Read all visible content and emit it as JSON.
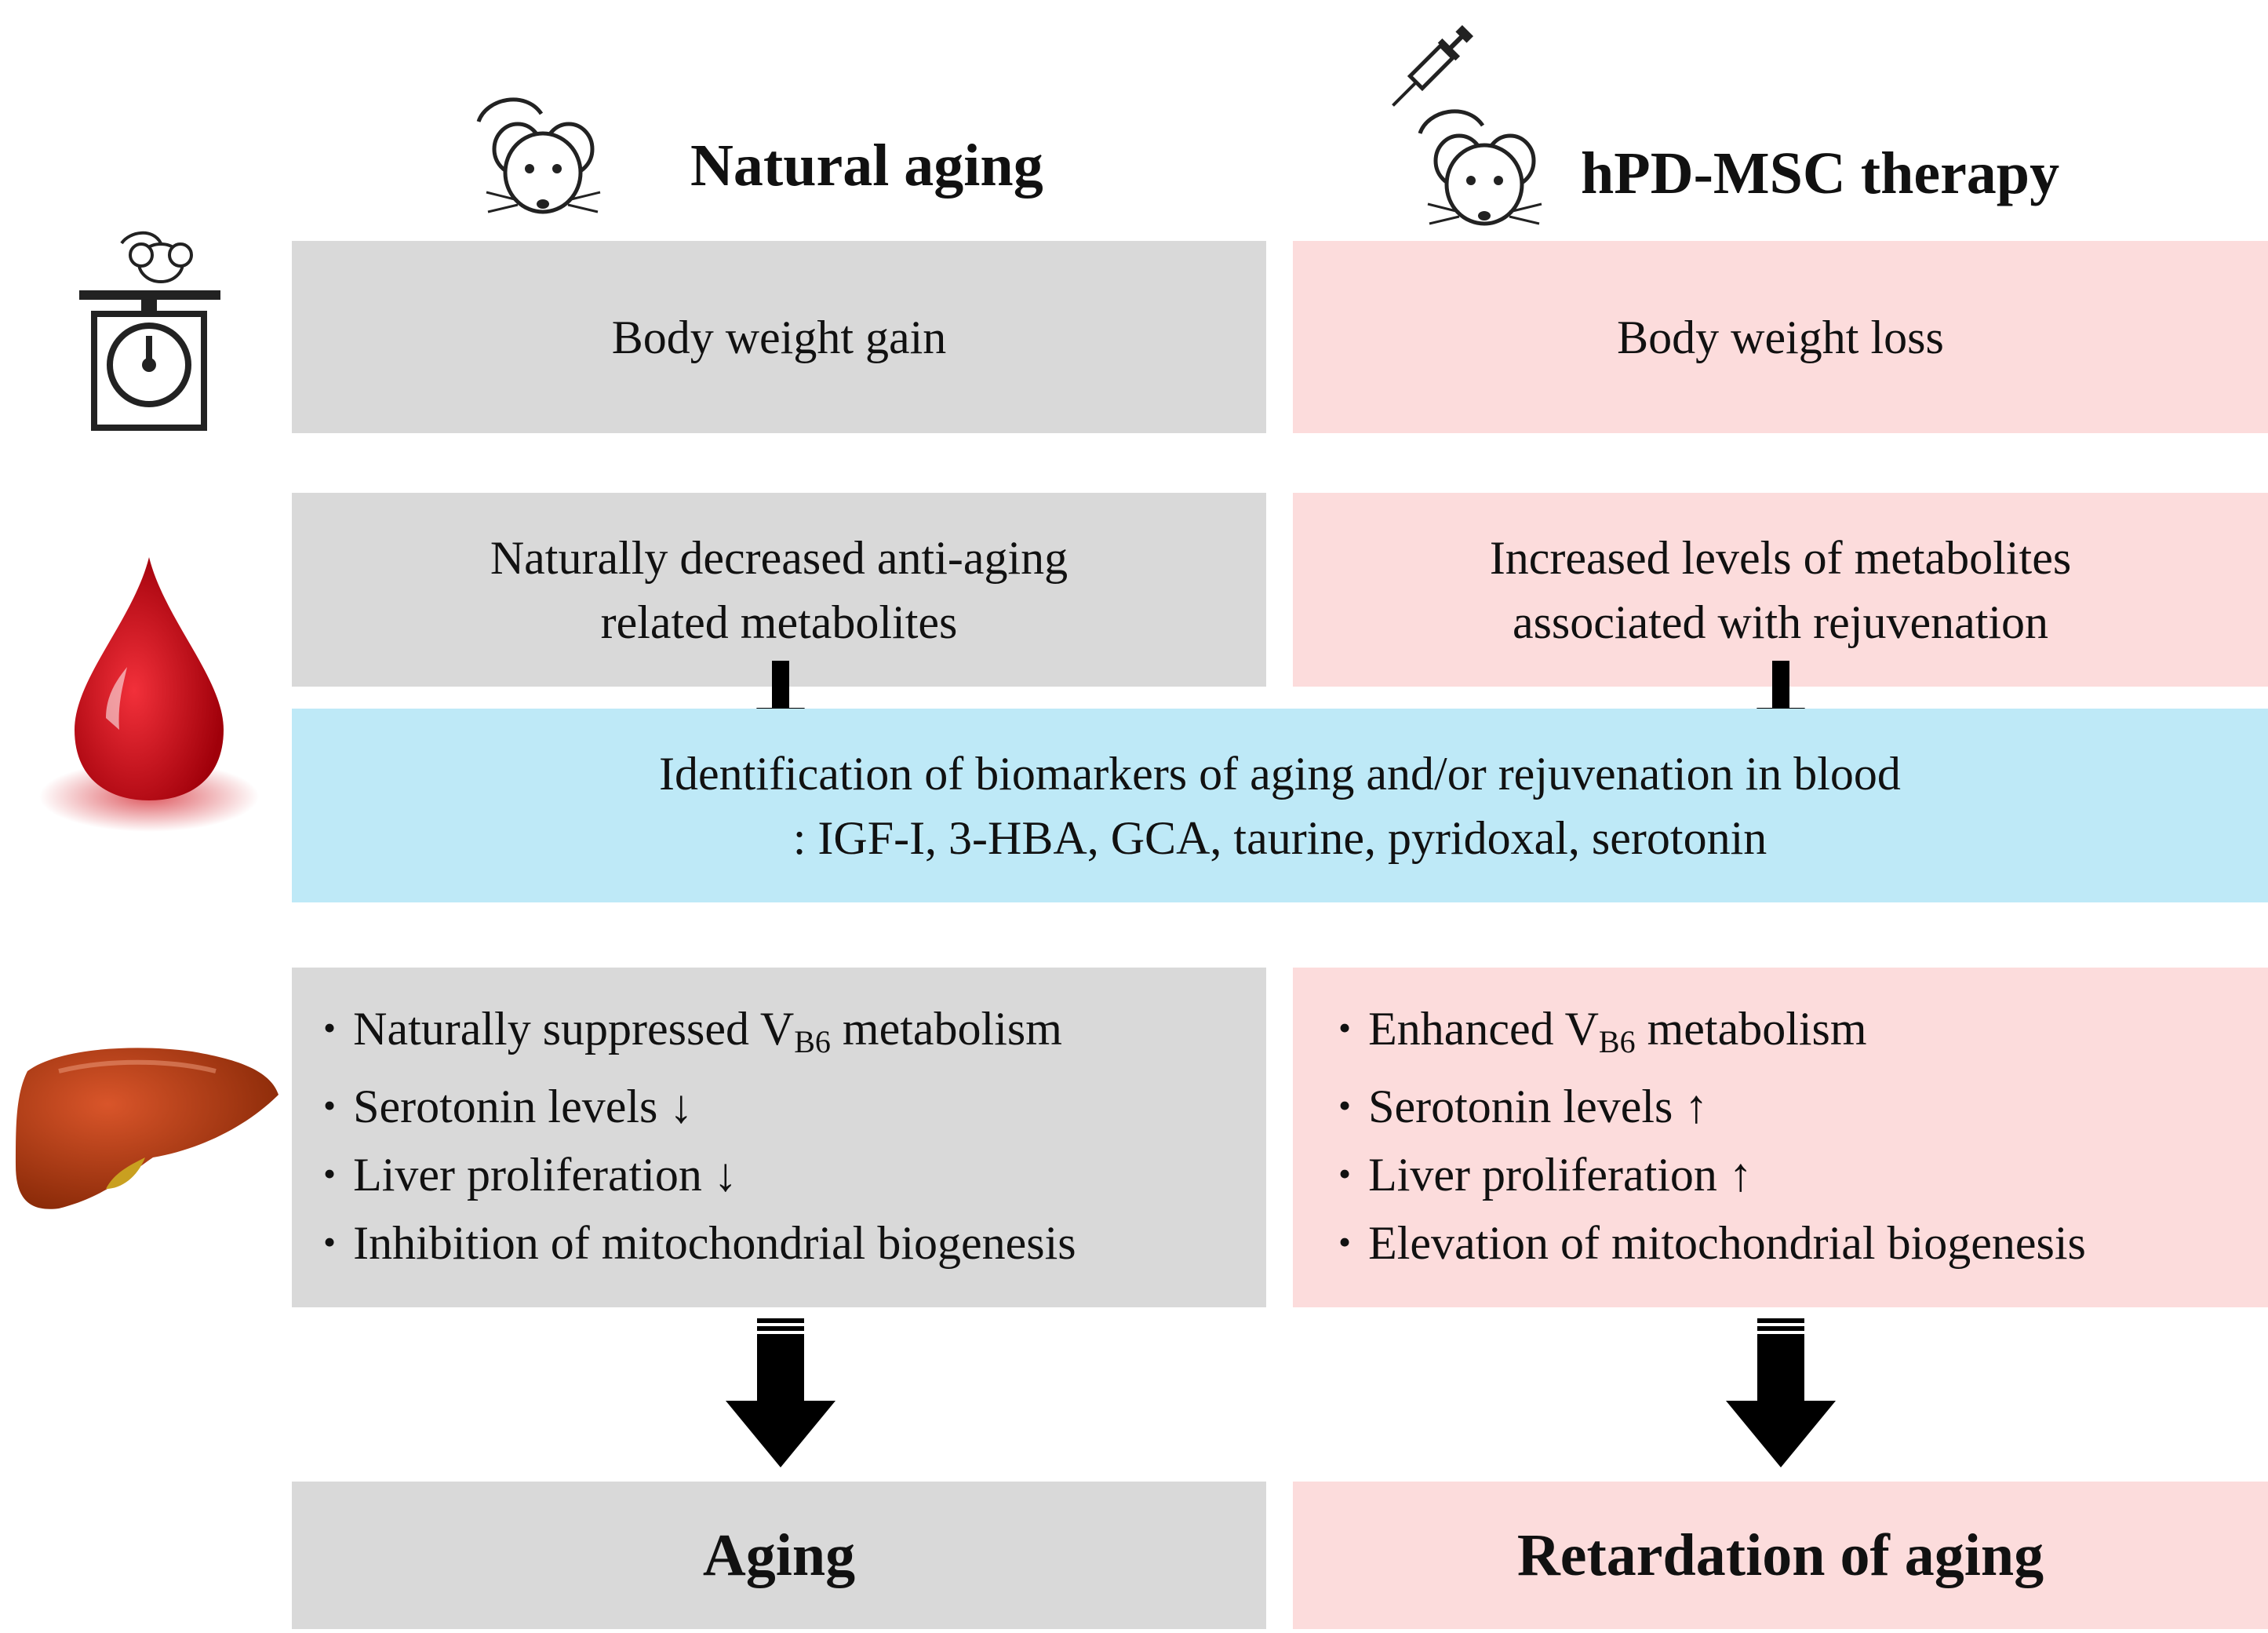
{
  "headers": {
    "left": "Natural aging",
    "right": "hPD-MSC therapy"
  },
  "row1": {
    "left": "Body weight gain",
    "right": "Body weight loss"
  },
  "row2": {
    "left_line1": "Naturally decreased anti-aging",
    "left_line2": "related metabolites",
    "right_line1": "Increased levels of metabolites",
    "right_line2": "associated with rejuvenation"
  },
  "biomarkers": {
    "line1": "Identification of biomarkers of aging and/or rejuvenation in blood",
    "line2": ": IGF-I, 3-HBA, GCA, taurine, pyridoxal, serotonin"
  },
  "row3": {
    "left": [
      {
        "pre": "Naturally suppressed V",
        "sub": "B6",
        "post": " metabolism"
      },
      {
        "pre": "Serotonin levels ↓",
        "sub": "",
        "post": ""
      },
      {
        "pre": "Liver proliferation ↓",
        "sub": "",
        "post": ""
      },
      {
        "pre": "Inhibition of mitochondrial biogenesis",
        "sub": "",
        "post": ""
      }
    ],
    "right": [
      {
        "pre": "Enhanced V",
        "sub": "B6",
        "post": " metabolism"
      },
      {
        "pre": "Serotonin levels ↑",
        "sub": "",
        "post": ""
      },
      {
        "pre": "Liver proliferation ↑",
        "sub": "",
        "post": ""
      },
      {
        "pre": "Elevation of mitochondrial biogenesis",
        "sub": "",
        "post": ""
      }
    ]
  },
  "outcome": {
    "left": "Aging",
    "right": "Retardation of aging"
  },
  "colors": {
    "natural_box": "#d9d9d9",
    "therapy_box": "#fcdcdc",
    "biomarker_box": "#bee9f7",
    "blood": "#d0101a",
    "liver": "#b03a10"
  },
  "icons": [
    "mouse-icon",
    "syringe-icon",
    "scale-icon",
    "blood-drop-icon",
    "liver-icon",
    "down-arrow-icon"
  ]
}
